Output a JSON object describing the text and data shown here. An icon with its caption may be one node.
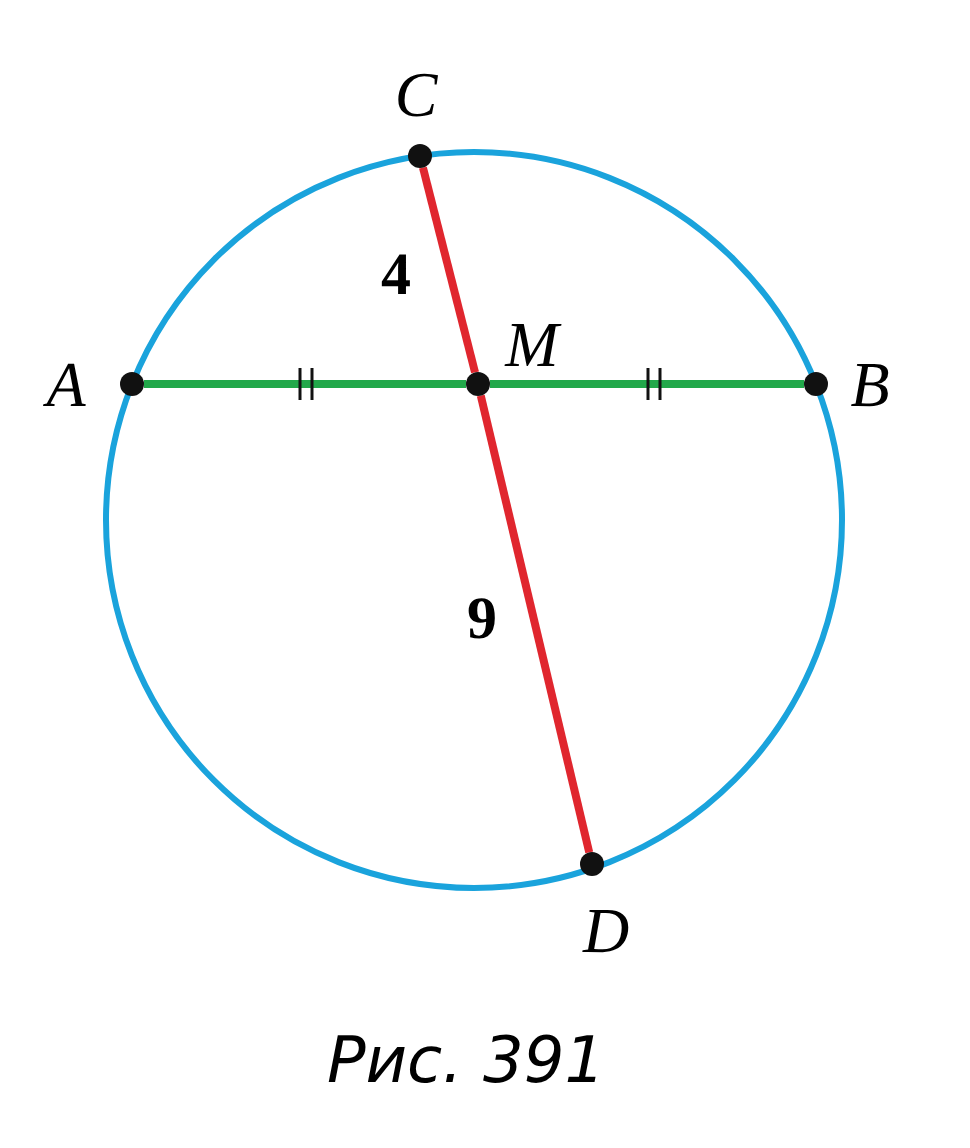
{
  "diagram": {
    "caption": "Рис. 391",
    "nodes": [
      {
        "text": [],
        "shape": "circle"
      },
      {
        "text": [],
        "shape": "circle"
      },
      {
        "text": [],
        "shape": "circle"
      },
      {
        "text": [],
        "shape": "circle"
      },
      {
        "text": [],
        "shape": "circle"
      }
    ],
    "edges": [
      {
        "from": 1,
        "to": 2,
        "arrow": "none",
        "color": "#22a84a"
      },
      {
        "from": 2,
        "to": 3,
        "arrow": "none",
        "color": "#22a84a"
      },
      {
        "from": 0,
        "to": 2,
        "arrow": "none",
        "label": "4",
        "color": "#e0262e"
      },
      {
        "from": 2,
        "to": 4,
        "arrow": "none",
        "label": "9",
        "color": "#e0262e"
      }
    ],
    "labels": [
      "C",
      "A",
      "M",
      "B",
      "D"
    ]
  }
}
